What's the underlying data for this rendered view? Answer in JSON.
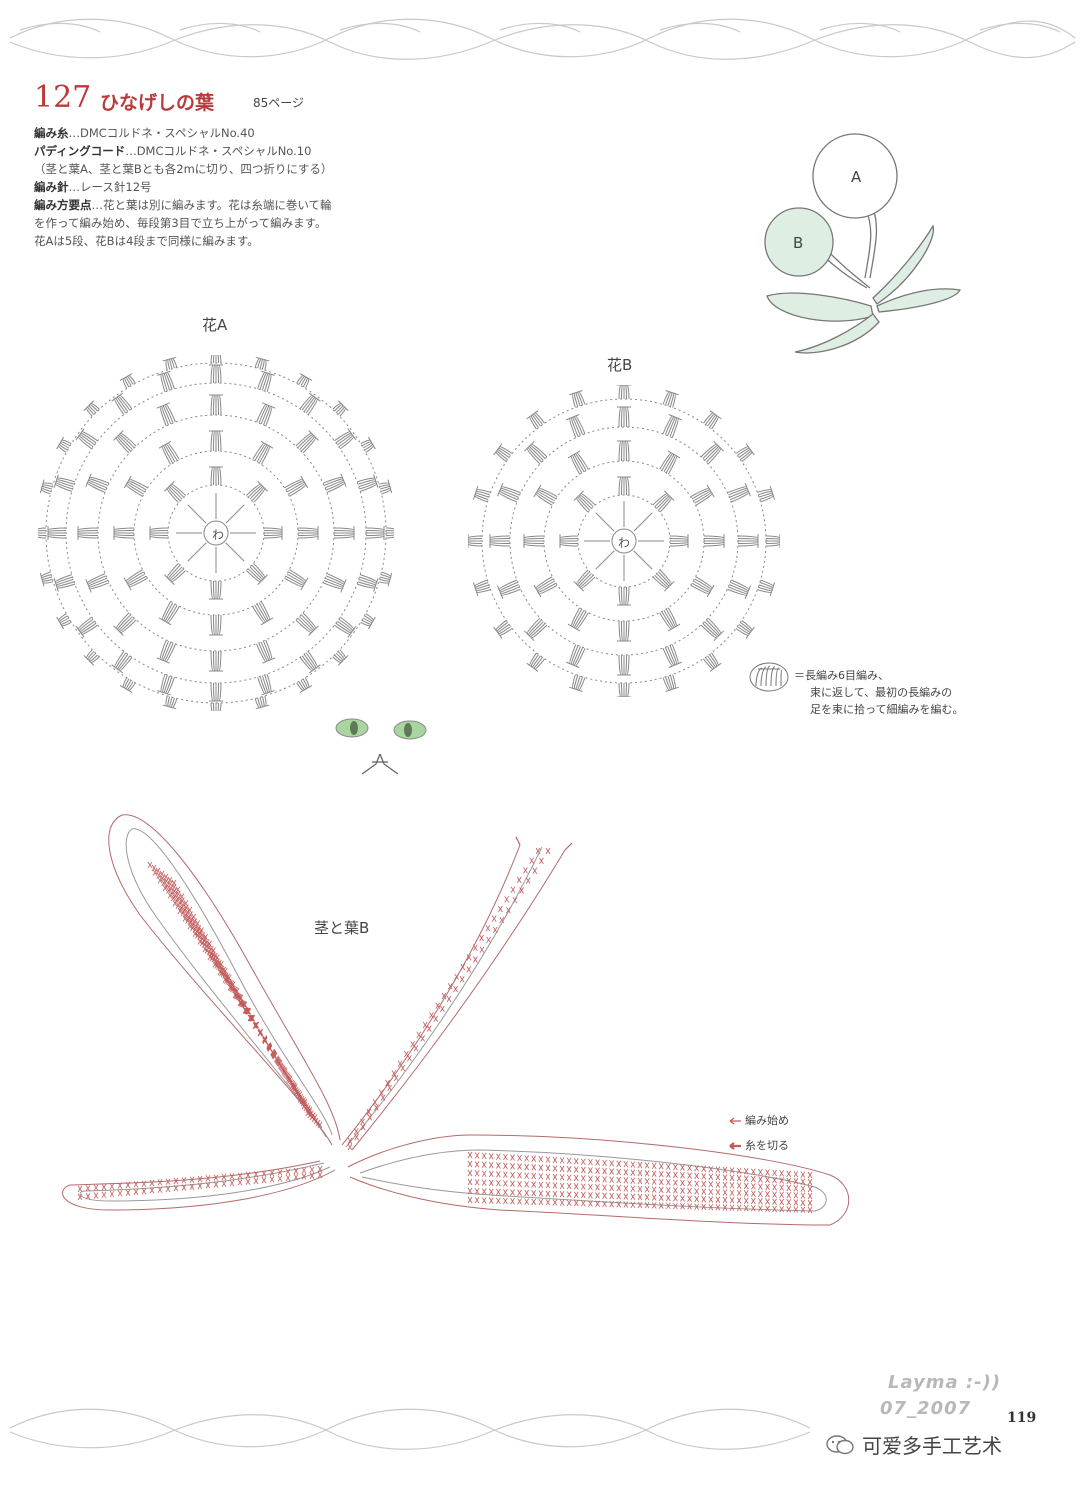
{
  "header": {
    "number": "127",
    "title": "ひなげしの葉",
    "page_ref": "85ページ"
  },
  "specs": {
    "yarn_label": "編み糸",
    "yarn_value": "…DMCコルドネ・スペシャルNo.40",
    "padding_label": "パディングコード",
    "padding_value": "…DMCコルドネ・スペシャルNo.10",
    "padding_note": "（茎と葉A、茎と葉Bとも各2mに切り、四つ折りにする）",
    "hook_label": "編み針",
    "hook_value": "…レース針12号",
    "points_label": "編み方要点",
    "points_line1": "…花と葉は別に編みます。花は糸端に巻いて輪",
    "points_line2": "を作って編み始め、毎段第3目で立ち上がって編みます。",
    "points_line3": "花Aは5段、花Bは4段まで同様に編みます。"
  },
  "labels": {
    "flower_a": "花A",
    "flower_b": "花B",
    "stem_leaf_b": "茎と葉B",
    "center_mark": "わ",
    "diagram_a": "A",
    "diagram_b": "B"
  },
  "legend": {
    "symbol_line1": "＝長編み6目編み、",
    "symbol_line2": "束に返して、最初の長編みの",
    "symbol_line3": "足を束に拾って細編みを編む。",
    "start_label": "編み始め",
    "cut_label": "糸を切る"
  },
  "footer": {
    "watermark_name": "Layma :-))",
    "watermark_date": "07_2007",
    "page_number": "119",
    "account_name": "可爱多手工艺术"
  },
  "colors": {
    "accent": "#b83a3a",
    "leaf_fill": "#dfeee3",
    "diagram_line": "#777777",
    "stitch_red": "#c25a5a"
  }
}
